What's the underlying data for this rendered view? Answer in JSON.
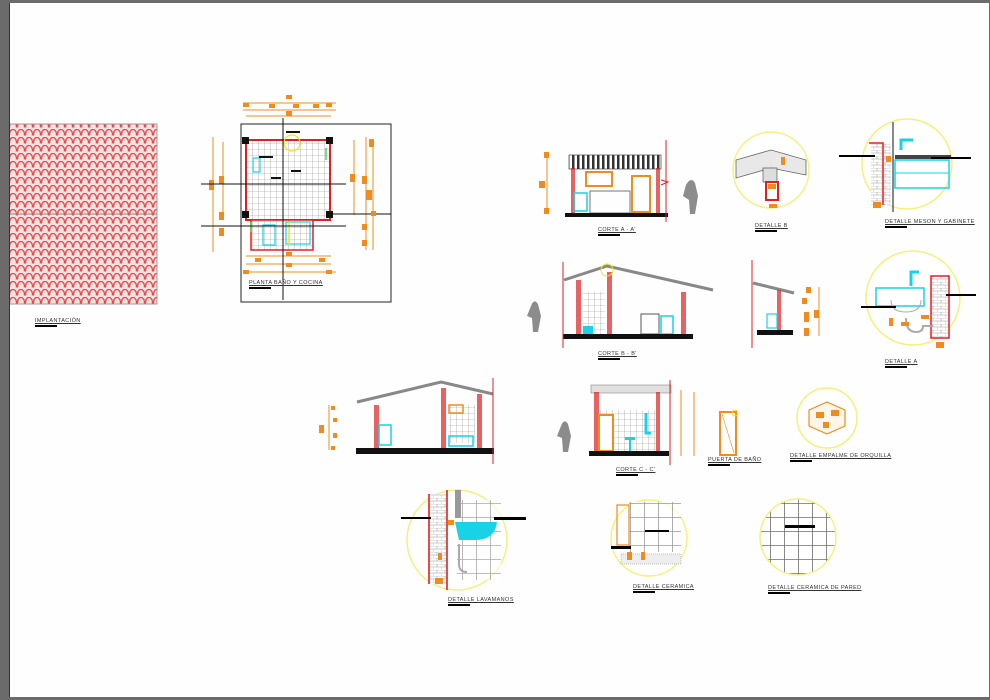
{
  "sheet": {
    "background": "#fefefe",
    "frame_color": "#6b6b6b"
  },
  "colors": {
    "wall_red": "#e02020",
    "dimension_orange": "#f08c1e",
    "fixture_cyan": "#19d2e6",
    "detail_circle_yellow": "#f5f07a",
    "grid_gray": "#8a8a8a",
    "roof_tile_red": "#e84848",
    "annotation_black": "#000000"
  },
  "drawings": [
    {
      "id": "implantacion",
      "label": "IMPLANTACIÓN"
    },
    {
      "id": "planta",
      "label": "PLANTA BAÑO Y COCINA"
    },
    {
      "id": "corte-a",
      "label": "CORTE A - A'"
    },
    {
      "id": "detalle-b",
      "label": "DETALLE B"
    },
    {
      "id": "detalle-meson",
      "label": "DETALLE MESON Y GABINETE"
    },
    {
      "id": "corte-b",
      "label": "CORTE B - B'"
    },
    {
      "id": "detalle-a",
      "label": "DETALLE A"
    },
    {
      "id": "corte-c",
      "label": "CORTE C - C'"
    },
    {
      "id": "puerta-bano",
      "label": "PUERTA DE BAÑO"
    },
    {
      "id": "detalle-empalme",
      "label": "DETALLE EMPALME DE ORQUILLA"
    },
    {
      "id": "detalle-lavamanos",
      "label": "DETALLE LAVAMANOS"
    },
    {
      "id": "detalle-ceramica",
      "label": "DETALLE CERAMICA"
    },
    {
      "id": "detalle-ceramica-pared",
      "label": "DETALLE CERAMICA DE PARED"
    }
  ]
}
